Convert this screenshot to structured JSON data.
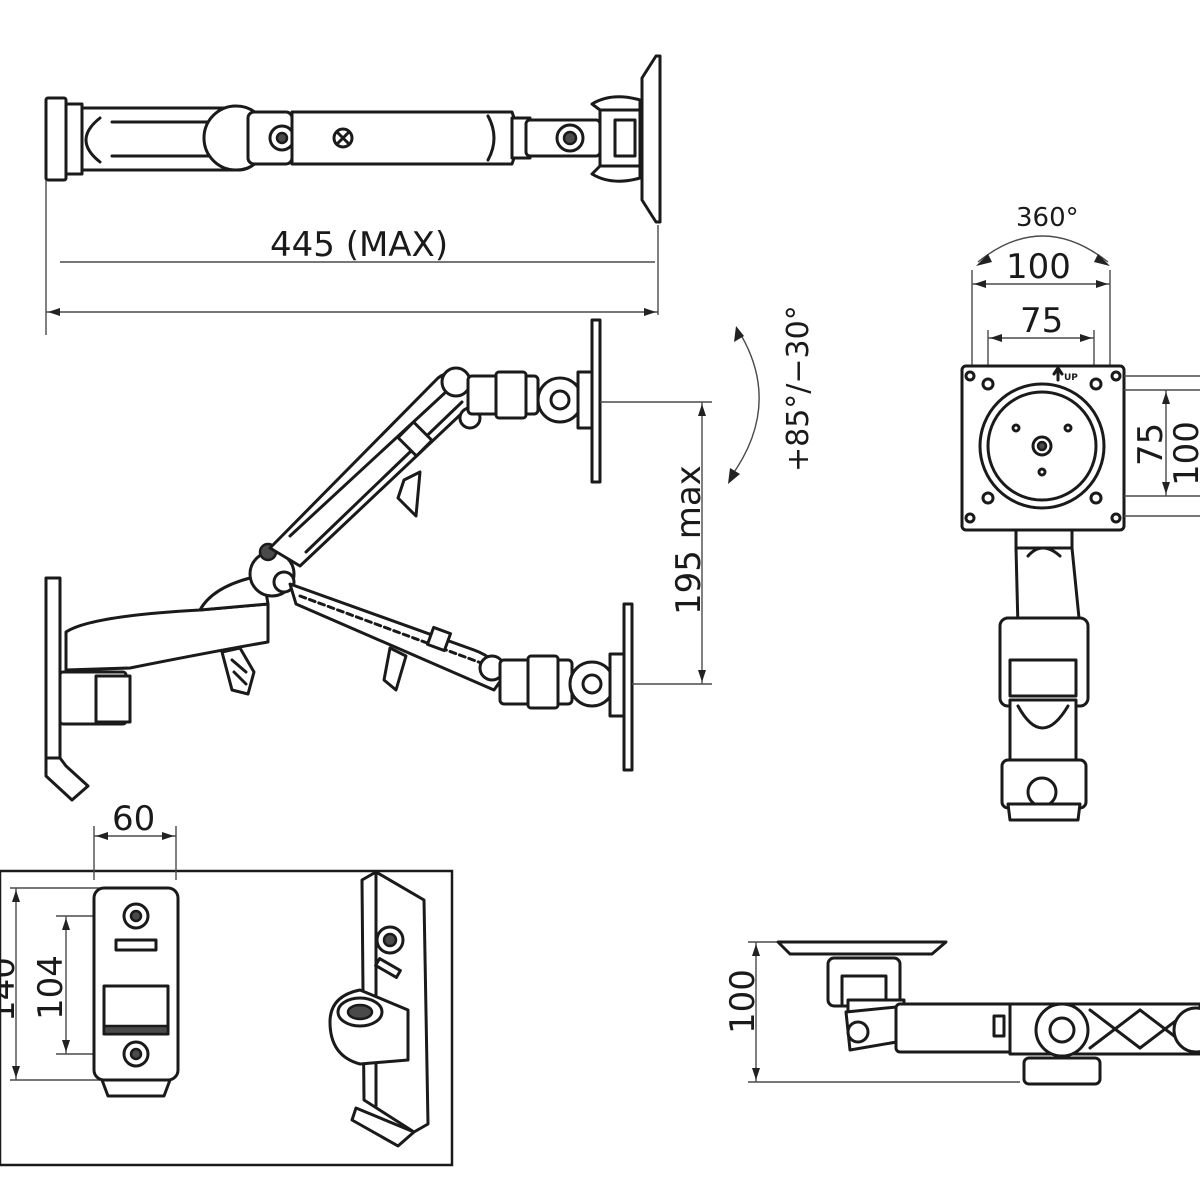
{
  "labels": {
    "length_max": "445 (MAX)",
    "height_max": "195 max",
    "tilt_range": "+85°/−30°",
    "rotation": "360°",
    "vesa_outer_w": "100",
    "vesa_inner_w": "75",
    "vesa_inner_h": "75",
    "vesa_outer_h": "100",
    "up_mark": "UP",
    "plate_width": "60",
    "plate_height": "140",
    "hole_spacing": "104",
    "side_height": "100"
  }
}
